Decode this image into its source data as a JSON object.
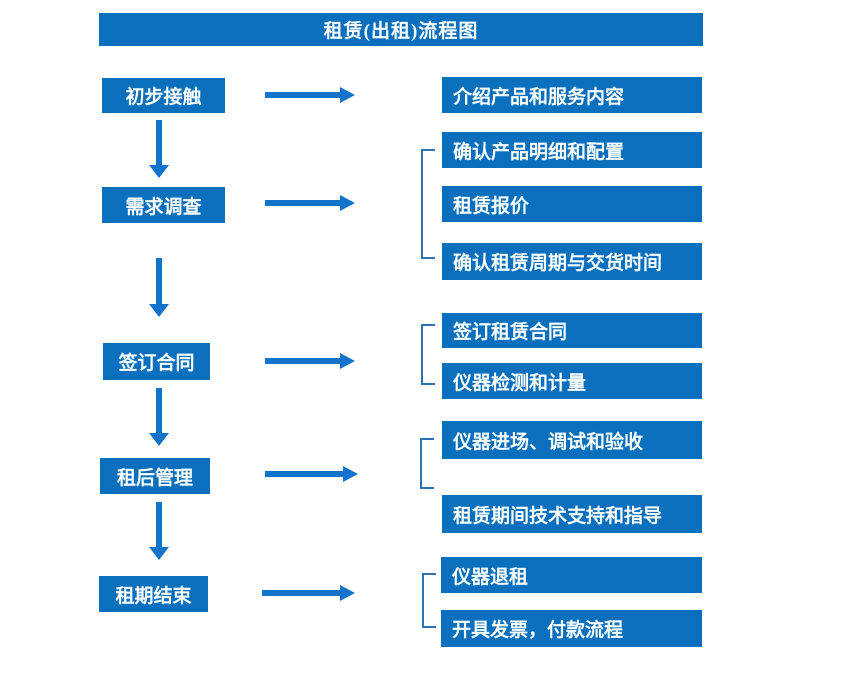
{
  "title": "租赁(出租)流程图",
  "colors": {
    "box": "#0a70bd",
    "arrow": "#1173c9",
    "bracket": "#2e74b5",
    "text": "#ffffff",
    "background": "#ffffff"
  },
  "steps": [
    {
      "label": "初步接触",
      "details": [
        "介绍产品和服务内容"
      ]
    },
    {
      "label": "需求调查",
      "details": [
        "确认产品明细和配置",
        "租赁报价",
        "确认租赁周期与交货时间"
      ]
    },
    {
      "label": "签订合同",
      "details": [
        "签订租赁合同",
        "仪器检测和计量"
      ]
    },
    {
      "label": "租后管理",
      "details": [
        "仪器进场、调试和验收",
        "租赁期间技术支持和指导"
      ]
    },
    {
      "label": "租期结束",
      "details": [
        "仪器退租",
        "开具发票，付款流程"
      ]
    }
  ]
}
